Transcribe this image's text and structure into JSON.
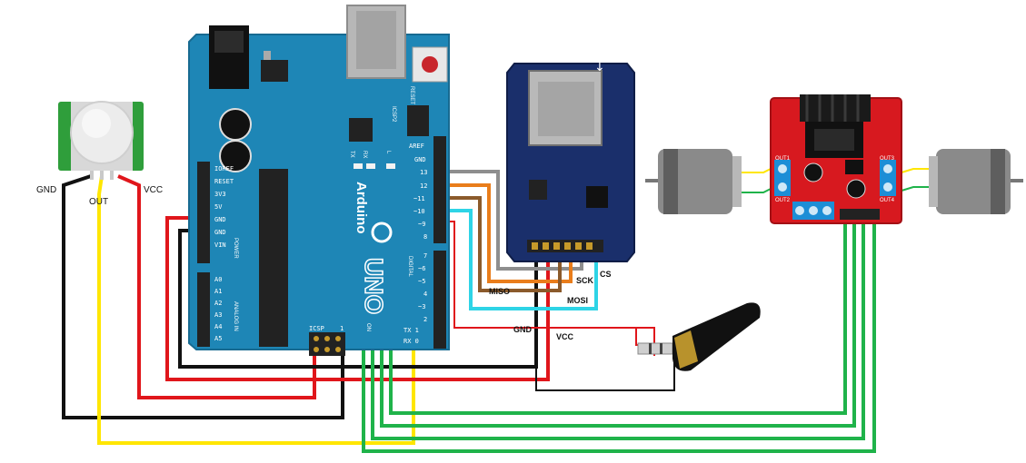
{
  "pir_sensor": {
    "pins": {
      "gnd": "GND",
      "out": "OUT",
      "vcc": "VCC"
    }
  },
  "arduino": {
    "logo_text": "Arduino",
    "model_text": "UNO",
    "reset_label": "RESET",
    "icsp2_label": "ICSP2",
    "icsp_label": "ICSP",
    "icsp_pin1": "1",
    "led_labels": [
      "TX",
      "RX",
      "L"
    ],
    "power_header_title": "POWER",
    "power_pins": [
      "IOREF",
      "RESET",
      "3V3",
      "5V",
      "GND",
      "GND",
      "VIN"
    ],
    "analog_header_title": "ANALOG IN",
    "analog_pins": [
      "A0",
      "A1",
      "A2",
      "A3",
      "A4",
      "A5"
    ],
    "digital_top_pins": [
      "AREF",
      "GND",
      "13",
      "12",
      "~11",
      "~10",
      "~9",
      "8"
    ],
    "digital_bottom_pins": [
      "7",
      "~6",
      "~5",
      "4",
      "~3",
      "2",
      "TX 1",
      "RX 0"
    ],
    "digital_header_title": "DIGITAL",
    "on_label": "ON"
  },
  "sd_module": {
    "pin_labels": {
      "miso": "MISO",
      "sck": "SCK",
      "cs": "CS",
      "mosi": "MOSI"
    }
  },
  "audio_jack": {
    "pin_labels": {
      "gnd": "GND",
      "vcc": "VCC"
    }
  },
  "motor_driver": {
    "out_labels": [
      "OUT1",
      "OUT2",
      "OUT3",
      "OUT4"
    ]
  },
  "wire_colors": {
    "black": "#111111",
    "red": "#e0161b",
    "yellow": "#ffe600",
    "green": "#1fb34a",
    "gray": "#8e8e8e",
    "orange": "#e97d1b",
    "brown": "#8b5a2b",
    "cyan": "#2ed4e6"
  }
}
